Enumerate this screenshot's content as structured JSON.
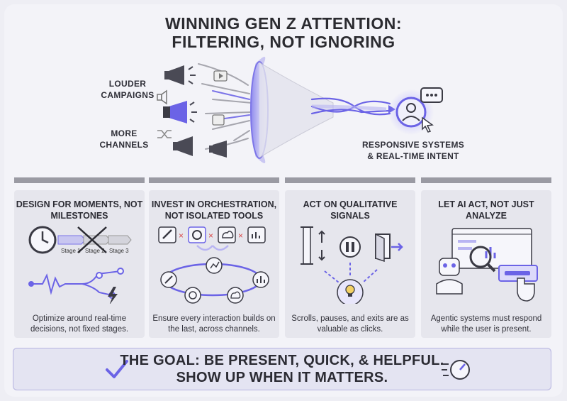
{
  "title": {
    "line1": "WINNING GEN Z ATTENTION:",
    "line2": "FILTERING, NOT IGNORING"
  },
  "hero": {
    "left_label_1": "LOUDER CAMPAIGNS",
    "left_label_2": "MORE CHANNELS",
    "right_label": "RESPONSIVE SYSTEMS & REAL-TIME INTENT"
  },
  "cards": [
    {
      "title": "DESIGN FOR MOMENTS, NOT MILESTONES",
      "stages": [
        "Stage 1",
        "Stage 2",
        "Stage 3"
      ],
      "desc": "Optimize around real-time decisions, not fixed stages."
    },
    {
      "title": "INVEST IN ORCHESTRATION, NOT ISOLATED TOOLS",
      "desc": "Ensure every interaction builds on the last, across channels."
    },
    {
      "title": "ACT ON QUALITATIVE SIGNALS",
      "desc": "Scrolls, pauses, and exits are as valuable as clicks."
    },
    {
      "title": "LET AI ACT, NOT JUST ANALYZE",
      "desc": "Agentic systems must respond while the user is present."
    }
  ],
  "goal": {
    "line1": "THE GOAL: BE PRESENT, QUICK, & HELPFUL.",
    "line2": "SHOW UP WHEN IT MATTERS."
  },
  "colors": {
    "accent": "#6b63e6",
    "accent_light": "#b8b4f2",
    "dark": "#3a3a44",
    "error": "#d94848"
  },
  "icons": [
    "megaphone-icon",
    "speaker-icon",
    "play-icon",
    "shuffle-icon",
    "funnel-icon",
    "user-avatar-icon",
    "chat-bubble-icon",
    "cursor-icon",
    "clock-icon",
    "lightning-icon",
    "wrench-icon",
    "gear-icon",
    "cloud-icon",
    "chart-icon",
    "scroll-icon",
    "pause-icon",
    "exit-door-icon",
    "lightbulb-head-icon",
    "robot-icon",
    "magnifier-icon",
    "hand-pointer-icon",
    "checkmark-icon",
    "speedometer-icon"
  ]
}
